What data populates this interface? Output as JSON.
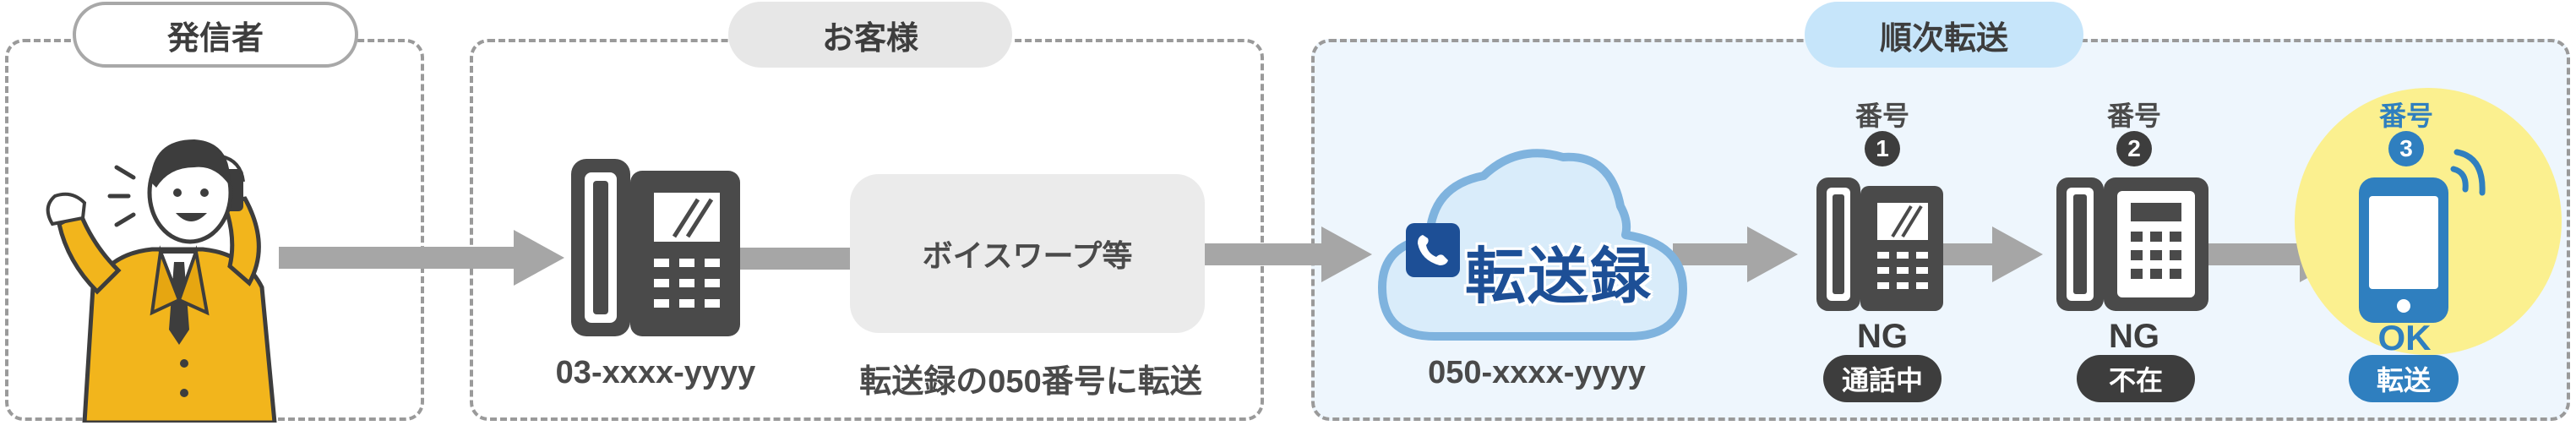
{
  "sections": {
    "caller": {
      "title": "発信者"
    },
    "customer": {
      "title": "お客様",
      "phone_number": "03-xxxx-yyyy",
      "voip_label": "ボイスワープ等",
      "forward_note": "転送録の050番号に転送"
    },
    "sequential": {
      "title": "順次転送",
      "service_logo": "転送録",
      "service_number": "050-xxxx-yyyy",
      "destinations": [
        {
          "title": "番号",
          "index": "1",
          "result": "NG",
          "status": "通話中"
        },
        {
          "title": "番号",
          "index": "2",
          "result": "NG",
          "status": "不在"
        },
        {
          "title": "番号",
          "index": "3",
          "result": "OK",
          "status": "転送"
        }
      ]
    }
  },
  "colors": {
    "dark_gray": "#4a4a4a",
    "arrow_gray": "#a6a6a6",
    "cloud_fill": "#d9ecfa",
    "cloud_stroke": "#7fb3de",
    "brand_blue": "#1d4f96",
    "ok_blue": "#2f7fbf",
    "highlight_yellow": "#fbf08f",
    "suit_yellow": "#f2b51c"
  },
  "icons": [
    "person-on-phone-icon",
    "desk-phone-icon",
    "cloud-icon",
    "handset-icon",
    "smartphone-icon",
    "signal-waves-icon"
  ]
}
